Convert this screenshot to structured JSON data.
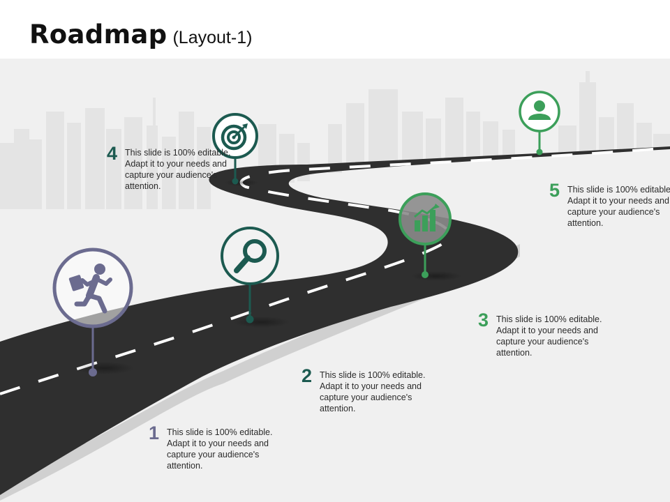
{
  "title": {
    "main": "Roadmap",
    "sub": "(Layout-1)"
  },
  "colors": {
    "background": "#ffffff",
    "ground": "#efefef",
    "skyline": "#e6e6e6",
    "road": "#2f2f2f",
    "road_edge": "#c9c9c9",
    "road_marking": "#ffffff",
    "step1": "#6b6b8f",
    "step2": "#1c5a50",
    "step3": "#3c9f5a",
    "step4": "#1c5a50",
    "step5": "#3c9f5a"
  },
  "steps": [
    {
      "number": "1",
      "text": "This slide is 100% editable. Adapt it to your needs and capture your audience's attention.",
      "icon": "running-man-briefcase-icon"
    },
    {
      "number": "2",
      "text": "This slide is 100% editable. Adapt it to your needs and capture your audience's attention.",
      "icon": "magnifier-icon"
    },
    {
      "number": "3",
      "text": "This slide is 100% editable. Adapt it to your needs and capture your audience's attention.",
      "icon": "growth-chart-icon"
    },
    {
      "number": "4",
      "text": "This slide is 100% editable. Adapt it to your needs and capture your audience's attention.",
      "icon": "target-dart-icon"
    },
    {
      "number": "5",
      "text": "This slide is 100% editable. Adapt it to your needs and capture your audience's attention.",
      "icon": "user-icon"
    }
  ]
}
